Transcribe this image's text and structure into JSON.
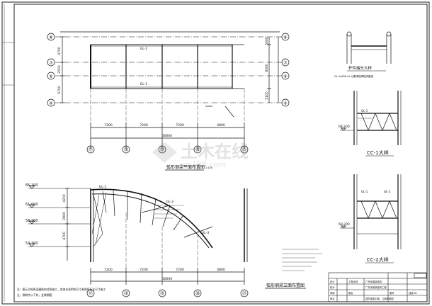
{
  "plan": {
    "title": "弧形钢梁平面布置图",
    "scale": "1:100",
    "row_axes": [
      "⑧",
      "⑦",
      "⑥",
      "⑤"
    ],
    "left_dims": [
      "4700",
      "2500",
      "5700"
    ],
    "right_dims": [
      "5000",
      "8500",
      "5100"
    ],
    "col_axes": [
      "⑰",
      "⑱",
      "⑲",
      "⑳",
      "㉑"
    ],
    "bottom_dims": [
      "7200",
      "7200",
      "7200",
      "4800"
    ],
    "total_dim": "30000",
    "beam_labels": [
      "GL-1",
      "GL-1"
    ]
  },
  "elevation": {
    "title": "弧形钢梁立面布置图",
    "levels": [
      "65.200",
      "61.000",
      "56.200",
      "53.700"
    ],
    "left_dims": [
      "4200",
      "2800",
      "4700"
    ],
    "col_axes": [
      "⑰",
      "⑱",
      "⑲",
      "⑳",
      "㉑"
    ],
    "bottom_dims": [
      "7200",
      "7200",
      "7200",
      "4800"
    ],
    "total_dim": "30000",
    "labels": [
      "GL-1",
      "GL-2",
      "GL-3"
    ]
  },
  "details": {
    "rod_title": "杆件端头大样",
    "rod_note": "GL-1φ180×5,以要求相焊接拼管道",
    "cc1_title": "CC-1大样",
    "cc2_title": "CC-2大样",
    "cc1_level": "68.200",
    "cc2_level": "68.200",
    "labels": [
      "GL-1",
      "GL-2"
    ]
  },
  "notes": {
    "line1": "注：图示方框原混凝结构对照施工，其他未说明的尺寸参照所标注尺寸施工",
    "line2": "注，钢构件以下材，金属钢管"
  },
  "title_block": {
    "company": "广西化建钢结构",
    "project": "广东省某钢结构工程",
    "drawing": "弧形钢梁平面、立面布置图",
    "labels": [
      "设计",
      "校对",
      "审核",
      "审定",
      "工程名称",
      "图名",
      "图号"
    ],
    "sheet_no": "结施-01"
  },
  "watermark": {
    "text": "土木在线",
    "url": "co188.com"
  }
}
